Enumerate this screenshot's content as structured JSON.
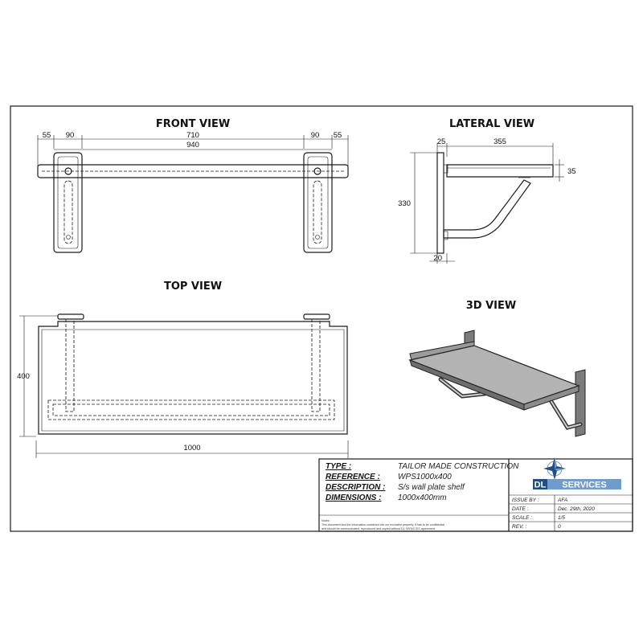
{
  "views": {
    "front": {
      "title": "FRONT VIEW",
      "dims": {
        "left_outer": "55",
        "left_inner": "90",
        "center": "710",
        "overall": "940",
        "right_inner": "90",
        "right_outer": "55"
      }
    },
    "lateral": {
      "title": "LATERAL VIEW",
      "dims": {
        "plate_depth": "25",
        "shelf_depth": "355",
        "lip_height": "35",
        "height": "330",
        "plate_thickness": "20"
      }
    },
    "top": {
      "title": "TOP VIEW",
      "dims": {
        "width": "1000",
        "depth": "400"
      }
    },
    "iso": {
      "title": "3D VIEW"
    }
  },
  "title_block": {
    "rows": [
      {
        "key": "TYPE :",
        "value": "TAILOR MADE CONSTRUCTION"
      },
      {
        "key": "REFERENCE :",
        "value": "WPS1000x400"
      },
      {
        "key": "DESCRIPTION :",
        "value": "S/s wall plate shelf"
      },
      {
        "key": "DIMENSIONS :",
        "value": "1000x400mm"
      }
    ],
    "logo": {
      "text_a": "DL",
      "text_b": "SERVICES",
      "colors": {
        "blue": "#6f9ccc",
        "dark": "#1f4f86"
      }
    },
    "info": [
      {
        "key": "ISSUE BY :",
        "value": "AFA"
      },
      {
        "key": "DATE :",
        "value": "Dec. 29th, 2020"
      },
      {
        "key": "SCALE :",
        "value": "1/5"
      },
      {
        "key": "REV. :",
        "value": "0"
      }
    ],
    "notes_label": "Notes :",
    "notes_line1": "This document and the information contained are our exclusive property. It has to be confidential",
    "notes_line2": "and should be communicated, reproduced and copied without DL SERVICES agreement."
  }
}
